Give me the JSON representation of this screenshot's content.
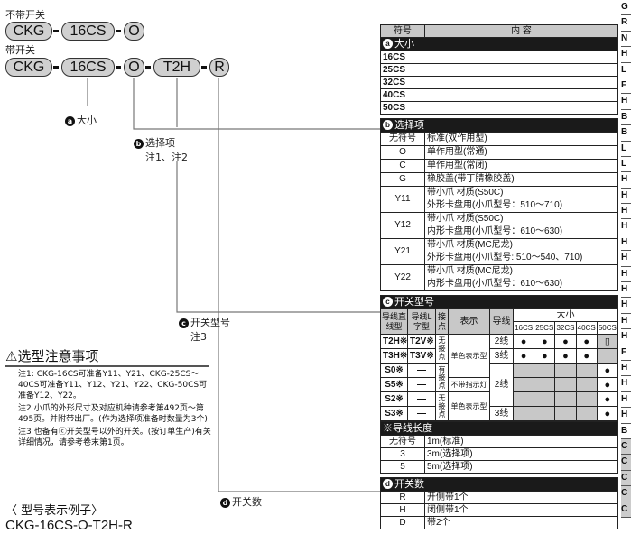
{
  "diagram": {
    "no_switch_label": "不带开关",
    "with_switch_label": "带开关",
    "row1": [
      "CKG",
      "16CS",
      "O"
    ],
    "row2": [
      "CKG",
      "16CS",
      "O",
      "T2H",
      "R"
    ],
    "callouts": {
      "a": {
        "badge": "a",
        "text": "大小"
      },
      "b": {
        "badge": "b",
        "text": "选择项",
        "note": "注1、注2"
      },
      "c": {
        "badge": "c",
        "text": "开关型号",
        "note": "注3"
      },
      "d": {
        "badge": "d",
        "text": "开关数"
      }
    }
  },
  "cautions": {
    "title": "选型注意事项",
    "notes": [
      {
        "label": "注1:",
        "text": "CKG-16CS可准备Y11、Y21、CKG-25CS～40CS可准备Y11、Y12、Y21、Y22、CKG-50CS可准备Y12、Y22。"
      },
      {
        "label": "注2",
        "text": "小爪的外形尺寸及对应机种请参考第492页～第495页。并附带出厂。(作为选择项准备时数量为3个)"
      },
      {
        "label": "注3",
        "text": "也备有ⓒ开关型号以外的开关。(按订单生产)有关详细情况，请参考卷末第1页。"
      }
    ]
  },
  "example": {
    "title": "〈 型号表示例子〉",
    "code": "CKG-16CS-O-T2H-R"
  },
  "table": {
    "headers": [
      "符号",
      "内 容"
    ],
    "size": {
      "badge": "a",
      "title": "大小",
      "rows": [
        "16CS",
        "25CS",
        "32CS",
        "40CS",
        "50CS"
      ]
    },
    "options": {
      "badge": "b",
      "title": "选择项",
      "rows": [
        {
          "code": "无符号",
          "lines": [
            "标准(双作用型)"
          ]
        },
        {
          "code": "O",
          "lines": [
            "单作用型(常通)"
          ]
        },
        {
          "code": "C",
          "lines": [
            "单作用型(常闭)"
          ]
        },
        {
          "code": "G",
          "lines": [
            "橡胶盖(带丁腈橡胶盖)"
          ]
        },
        {
          "code": "Y11",
          "lines": [
            "带小爪  材质(S50C)",
            "外形卡盘用(小爪型号：510～710)"
          ]
        },
        {
          "code": "Y12",
          "lines": [
            "带小爪  材质(S50C)",
            "内形卡盘用(小爪型号：610～630)"
          ]
        },
        {
          "code": "Y21",
          "lines": [
            "带小爪  材质(MC尼龙)",
            "外形卡盘用(小爪型号: 510～540、710)"
          ]
        },
        {
          "code": "Y22",
          "lines": [
            "带小爪  材质(MC尼龙)",
            "内形卡盘用(小爪型号：610～630)"
          ]
        }
      ]
    },
    "switch": {
      "badge": "c",
      "title": "开关型号",
      "headers": {
        "straight": "导线直线型",
        "lshape": "导线L字型",
        "contact": "接点",
        "display": "表示",
        "wire": "导线",
        "size": "大小",
        "sizes": [
          "16CS",
          "25CS",
          "32CS",
          "40CS",
          "50CS"
        ]
      },
      "rows": [
        {
          "straight": "T2H※",
          "lshape": "T2V※",
          "marks": [
            "●",
            "●",
            "●",
            "●",
            "▯"
          ]
        },
        {
          "straight": "T3H※",
          "lshape": "T3V※",
          "marks": [
            "●",
            "●",
            "●",
            "●",
            ""
          ]
        },
        {
          "straight": "S0※",
          "lshape": "—",
          "marks": [
            "",
            "",
            "",
            "",
            "●"
          ]
        },
        {
          "straight": "S5※",
          "lshape": "—",
          "marks": [
            "",
            "",
            "",
            "",
            "●"
          ]
        },
        {
          "straight": "S2※",
          "lshape": "—",
          "marks": [
            "",
            "",
            "",
            "",
            "●"
          ]
        },
        {
          "straight": "S3※",
          "lshape": "—",
          "marks": [
            "",
            "",
            "",
            "",
            "●"
          ]
        }
      ],
      "contact_groups": [
        "无接点",
        "有接点",
        "无接点"
      ],
      "display_groups": [
        "单色表示型",
        "不带指示灯",
        "单色表示型"
      ],
      "wire_groups": [
        "2线",
        "3线",
        "2线",
        "3线"
      ],
      "availability": [
        [
          1,
          1,
          1,
          1,
          0
        ],
        [
          1,
          1,
          1,
          1,
          0
        ],
        [
          0,
          0,
          0,
          0,
          1
        ],
        [
          0,
          0,
          0,
          0,
          1
        ],
        [
          0,
          0,
          0,
          0,
          1
        ],
        [
          0,
          0,
          0,
          0,
          1
        ]
      ]
    },
    "lead": {
      "title": "※导线长度",
      "rows": [
        {
          "code": "无符号",
          "text": "1m(标准)"
        },
        {
          "code": "3",
          "text": "3m(选择项)"
        },
        {
          "code": "5",
          "text": "5m(选择项)"
        }
      ]
    },
    "count": {
      "badge": "d",
      "title": "开关数",
      "rows": [
        {
          "code": "R",
          "text": "开侧带1个"
        },
        {
          "code": "H",
          "text": "闭侧带1个"
        },
        {
          "code": "D",
          "text": "带2个"
        }
      ]
    }
  },
  "side_index": [
    "G",
    "R",
    "N",
    "H",
    "L",
    "F",
    "H",
    "B",
    "B",
    "L",
    "L",
    "H",
    "H",
    "H",
    "H",
    "H",
    "H",
    "H",
    "H",
    "H",
    "H",
    "H",
    "F",
    "H",
    "H",
    "H",
    "H",
    "B",
    "C",
    "C",
    "C",
    "C",
    "C"
  ],
  "colors": {
    "pill": "#d0d0d0",
    "header": "#1a1a1a",
    "unavailable": "#c8c8c8"
  }
}
